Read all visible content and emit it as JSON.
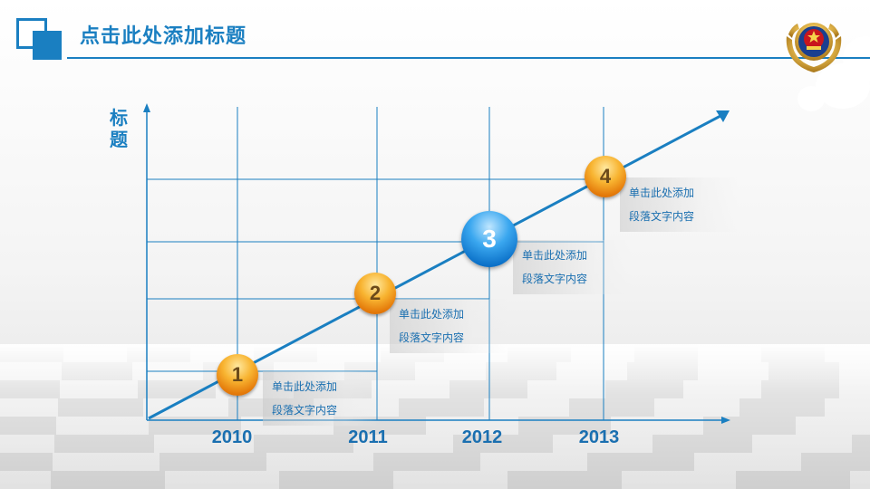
{
  "header": {
    "title": "点击此处添加标题"
  },
  "chart": {
    "y_title": "标题",
    "x_ticks": [
      "2010",
      "2011",
      "2012",
      "2013"
    ],
    "steps": [
      {
        "number": "1",
        "line1": "单击此处添加",
        "line2": "段落文字内容",
        "style": "orange"
      },
      {
        "number": "2",
        "line1": "单击此处添加",
        "line2": "段落文字内容",
        "style": "orange"
      },
      {
        "number": "3",
        "line1": "单击此处添加",
        "line2": "段落文字内容",
        "style": "blue"
      },
      {
        "number": "4",
        "line1": "单击此处添加",
        "line2": "段落文字内容",
        "style": "orange"
      }
    ]
  },
  "colors": {
    "accent": "#1a7fc1",
    "orange": "#f29a1b",
    "blue": "#1e8fe0"
  }
}
